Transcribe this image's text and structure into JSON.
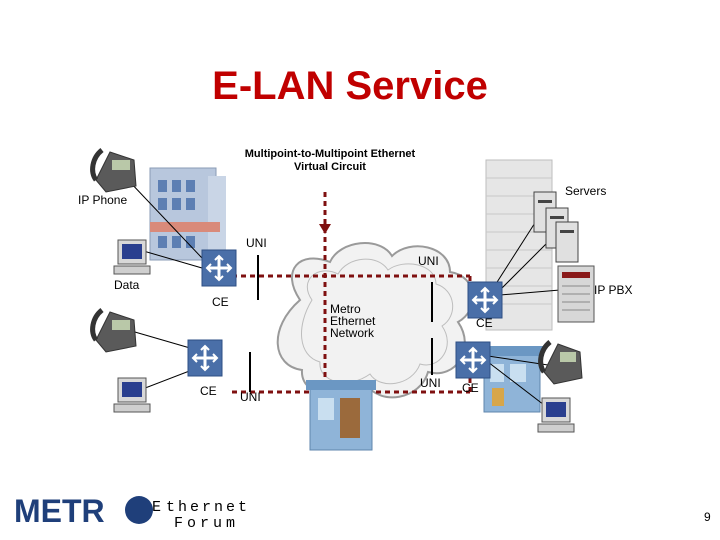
{
  "title": "E-LAN Service",
  "virtual_circuit": [
    "Multipoint-to-Multipoint Ethernet",
    "Virtual Circuit"
  ],
  "labels": {
    "ip_phone": "IP Phone",
    "servers": "Servers",
    "data": "Data",
    "ip_pbx": "IP PBX",
    "uni_top_left": "UNI",
    "uni_top_right": "UNI",
    "uni_bottom_left": "UNI",
    "uni_bottom_right": "UNI",
    "ce_left_top": "CE",
    "ce_left_bottom": "CE",
    "ce_right_top": "CE",
    "ce_right_bottom": "CE",
    "metro_network": [
      "Metro",
      "Ethernet",
      "Network"
    ]
  },
  "logo": {
    "metro": "METR",
    "ethernet": "thernet",
    "e_letter": "E",
    "forum": "Forum"
  },
  "page_number": "9",
  "colors": {
    "title": "#c00000",
    "circuit_line": "#7f1010",
    "switch": "#4a6fa8",
    "logo_blue": "#1f3f7a"
  }
}
